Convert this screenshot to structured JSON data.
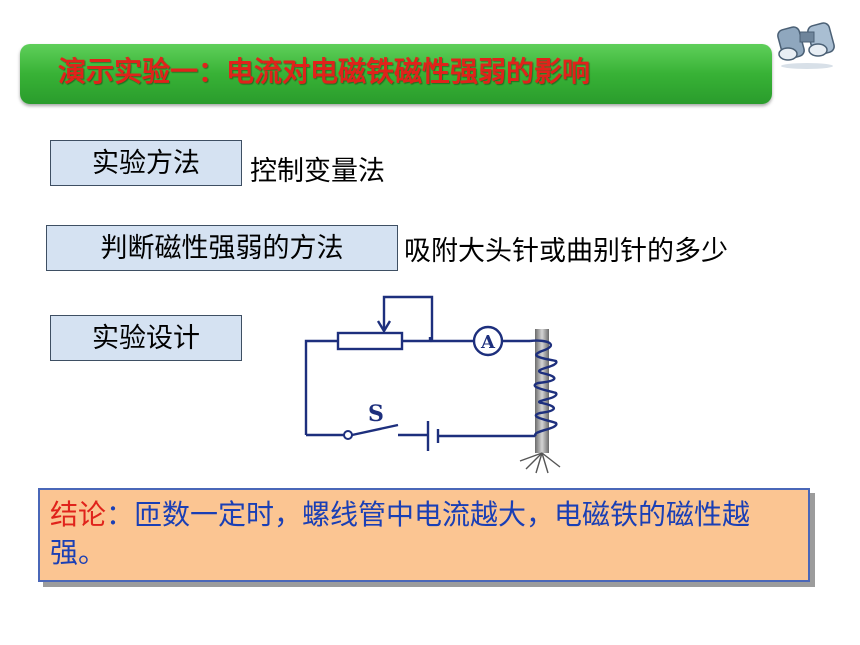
{
  "slide": {
    "title": "演示实验一：电流对电磁铁磁性强弱的影响",
    "rows": [
      {
        "label": "实验方法",
        "value": "控制变量法"
      },
      {
        "label": "判断磁性强弱的方法",
        "value": "吸附大头针或曲别针的多少"
      },
      {
        "label": "实验设计"
      }
    ],
    "circuit": {
      "switch_label": "S",
      "ammeter_label": "A"
    },
    "conclusion": {
      "label": "结论",
      "sep": "：",
      "text": "匝数一定时，螺线管中电流越大，电磁铁的磁性越强。"
    }
  },
  "colors": {
    "title_text": "#e0231b",
    "title_bar": "#38b236",
    "label_box": "#d5e2f2",
    "conclusion_bg": "#fbc592",
    "conclusion_text": "#1a3fb5",
    "circuit": "#1d2f7d"
  },
  "icons": [
    "binoculars-icon"
  ]
}
